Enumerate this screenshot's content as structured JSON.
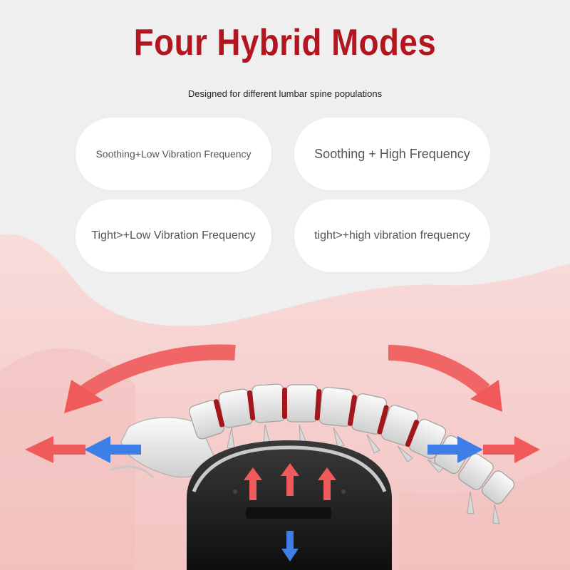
{
  "header": {
    "title": "Four Hybrid Modes",
    "subtitle": "Designed for different lumbar spine populations"
  },
  "modes": [
    {
      "label": "Soothing+Low Vibration Frequency"
    },
    {
      "label": "Soothing + High Frequency"
    },
    {
      "label": "Tight>+Low Vibration Frequency"
    },
    {
      "label": "tight>+high vibration frequency"
    }
  ],
  "colors": {
    "title": "#b3161f",
    "arrow_red": "#f05a5a",
    "arrow_blue": "#3d7fe6",
    "device": "#1c1c1c",
    "body_pink": "#f6d2d0"
  },
  "illustration": {
    "icons": [
      "curved-arrow-left-icon",
      "curved-arrow-right-icon",
      "arrow-left-icon",
      "arrow-right-icon",
      "arrow-up-icon",
      "arrow-down-icon"
    ]
  }
}
